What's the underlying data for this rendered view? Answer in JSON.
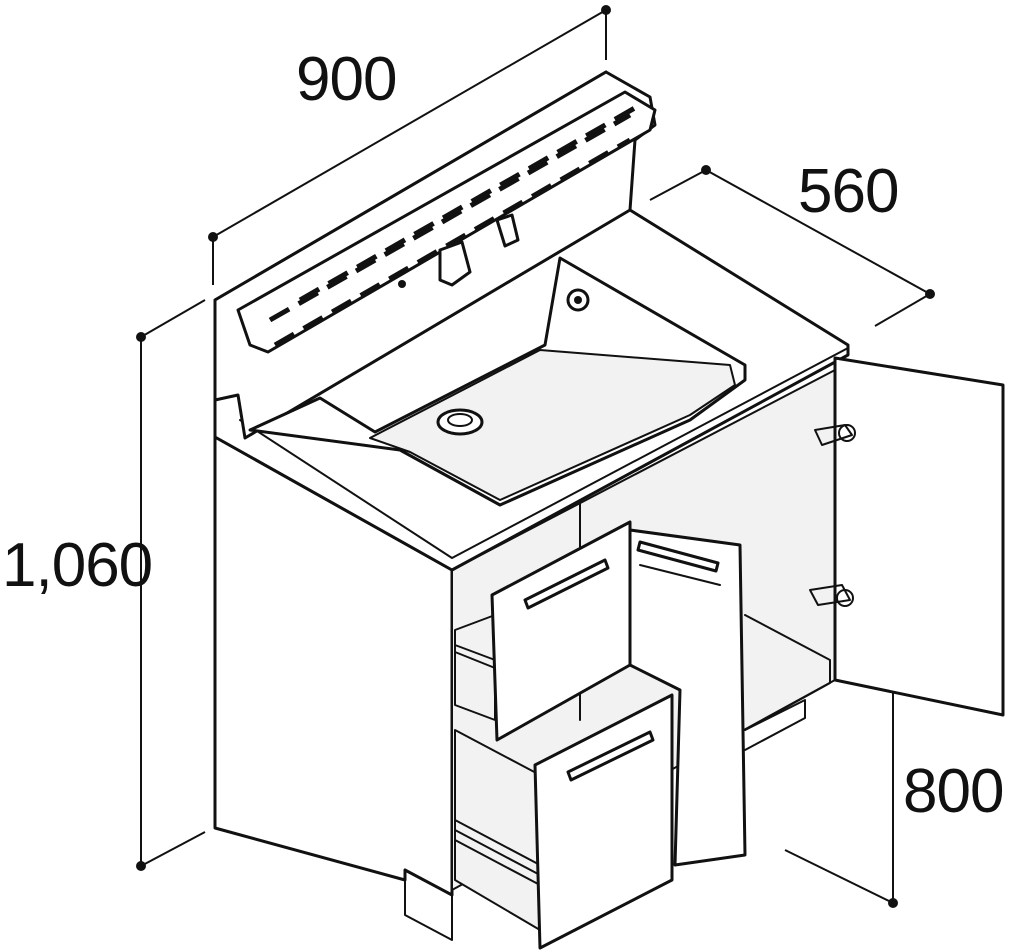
{
  "dimensions": {
    "width": "900",
    "depth": "560",
    "height_total": "1,060",
    "height_counter": "800"
  },
  "colors": {
    "line": "#111111",
    "background": "#ffffff"
  }
}
